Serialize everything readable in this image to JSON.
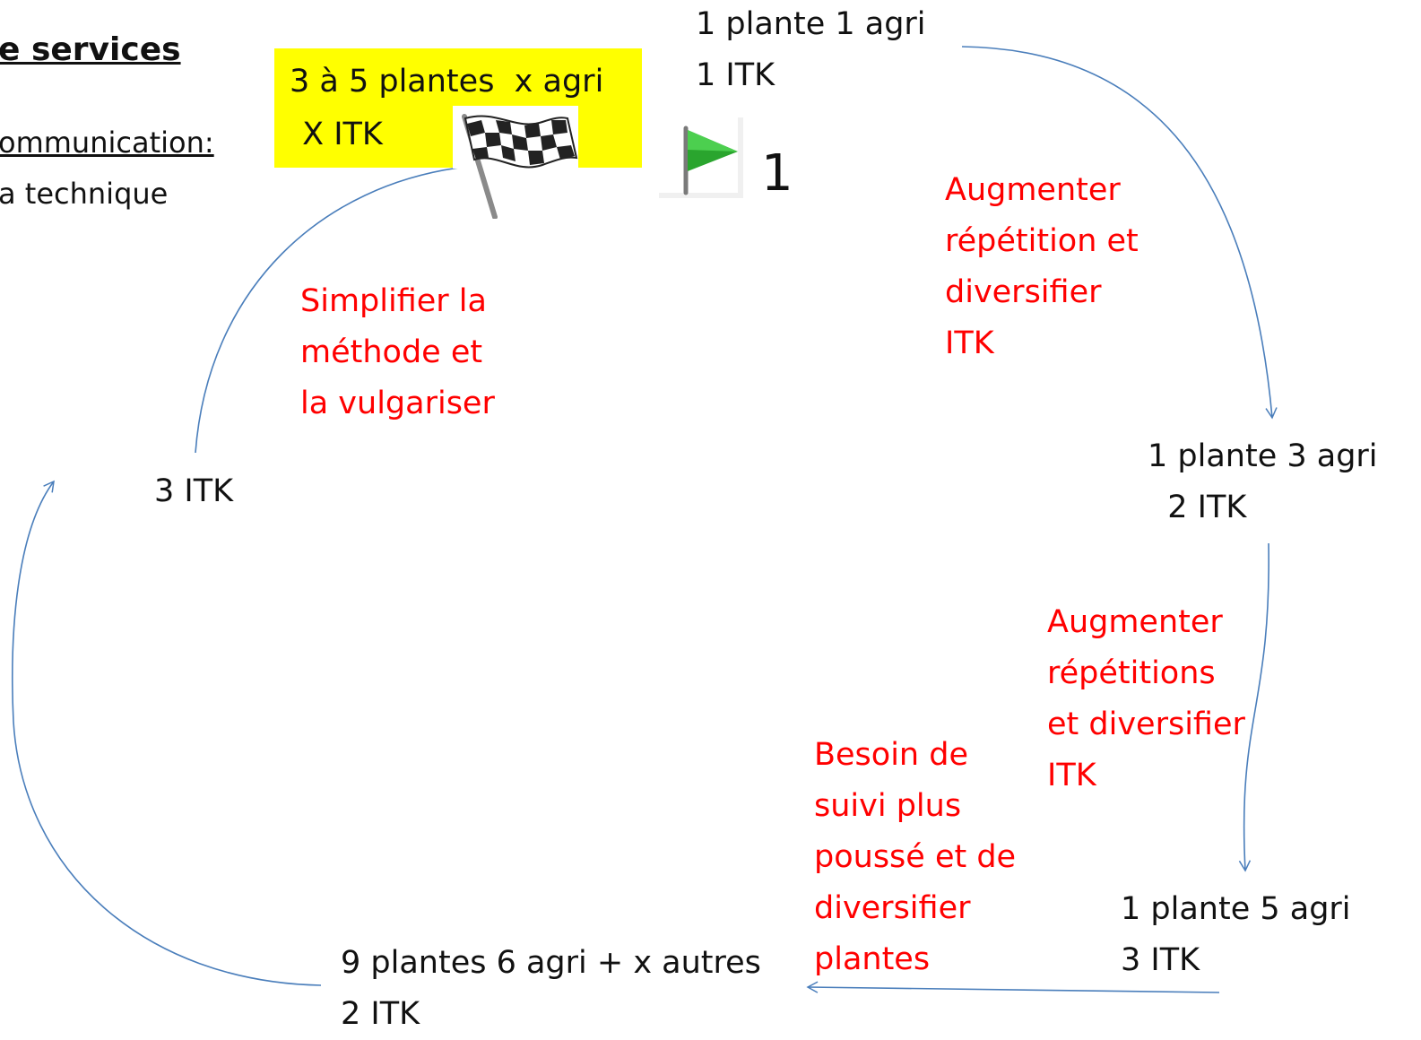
{
  "header": {
    "title_fragment": "e services",
    "line1_fragment": "ommunication:",
    "line2_fragment": "a technique"
  },
  "goal_box": {
    "line1": "3 à 5 plantes  x agri",
    "line2": " X ITK",
    "icon": "checkered-flag-icon",
    "highlight_color": "#ffff00"
  },
  "start": {
    "icon": "green-flag-icon",
    "number": "1"
  },
  "stages": [
    {
      "line1": "1 plante 1 agri",
      "line2": "1 ITK"
    },
    {
      "line1": "1 plante 3 agri",
      "line2": "  2 ITK"
    },
    {
      "line1": "1 plante 5 agri",
      "line2": "3 ITK"
    },
    {
      "line1": "9 plantes 6 agri + x autres",
      "line2": "2 ITK"
    },
    {
      "line1": "3 ITK"
    }
  ],
  "transitions": [
    {
      "lines": [
        "Augmenter",
        "répétition et",
        "diversifier",
        "ITK"
      ]
    },
    {
      "lines": [
        "Augmenter",
        "répétitions",
        "et diversifier",
        "ITK"
      ]
    },
    {
      "lines": [
        "Besoin de",
        "suivi plus",
        "poussé et de",
        "diversifier",
        "plantes"
      ]
    },
    {
      "lines": [
        "Simplifier la",
        "méthode et",
        "la vulgariser"
      ]
    }
  ],
  "colors": {
    "arrow": "#4a7ebb",
    "transition_text": "#ff0000",
    "stage_text": "#111111"
  }
}
